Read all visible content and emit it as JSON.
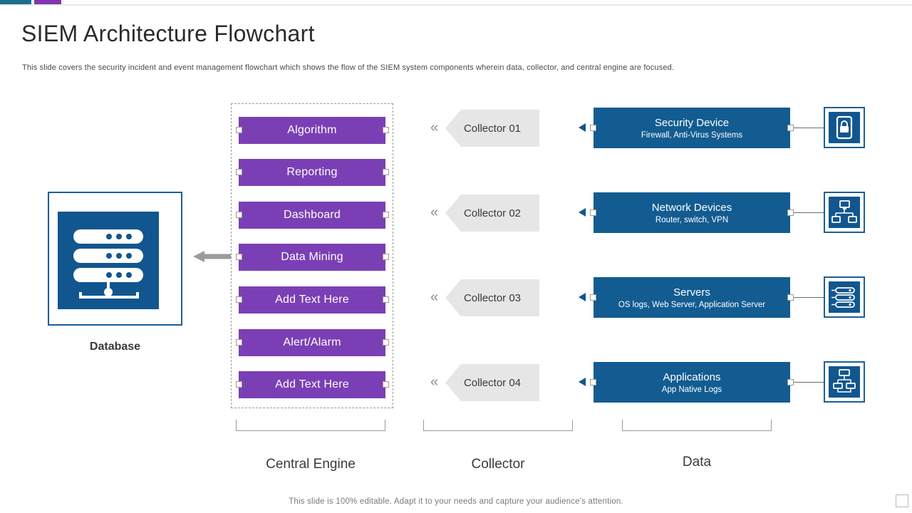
{
  "header": {
    "title": "SIEM Architecture Flowchart",
    "subtitle": "This slide covers the security incident and event management flowchart which shows the flow of the SIEM system components wherein data, collector, and central engine are focused."
  },
  "colors": {
    "accent_teal": "#1b6e8c",
    "accent_purple": "#7f35b2",
    "engine_item": "#7b3fb5",
    "data_box": "#125c91",
    "collector": "#e6e6e6"
  },
  "database": {
    "label": "Database",
    "icon": "database-server-icon"
  },
  "central_engine": {
    "group_label": "Central Engine",
    "items": [
      {
        "label": "Algorithm"
      },
      {
        "label": "Reporting"
      },
      {
        "label": "Dashboard"
      },
      {
        "label": "Data Mining"
      },
      {
        "label": "Add Text Here"
      },
      {
        "label": "Alert/Alarm"
      },
      {
        "label": "Add Text Here"
      }
    ]
  },
  "collector": {
    "group_label": "Collector",
    "items": [
      {
        "label": "Collector 01"
      },
      {
        "label": "Collector 02"
      },
      {
        "label": "Collector 03"
      },
      {
        "label": "Collector 04"
      }
    ]
  },
  "data": {
    "group_label": "Data",
    "items": [
      {
        "title": "Security Device",
        "subtitle": "Firewall,  Anti-Virus Systems",
        "icon": "lock-device-icon"
      },
      {
        "title": "Network Devices",
        "subtitle": "Router,  switch, VPN",
        "icon": "network-devices-icon"
      },
      {
        "title": "Servers",
        "subtitle": "OS logs, Web Server,  Application Server",
        "icon": "server-rack-icon"
      },
      {
        "title": "Applications",
        "subtitle": "App Native Logs",
        "icon": "application-flow-icon"
      }
    ]
  },
  "footer": {
    "note": "This slide is 100% editable. Adapt it to your needs and capture your audience's attention."
  }
}
